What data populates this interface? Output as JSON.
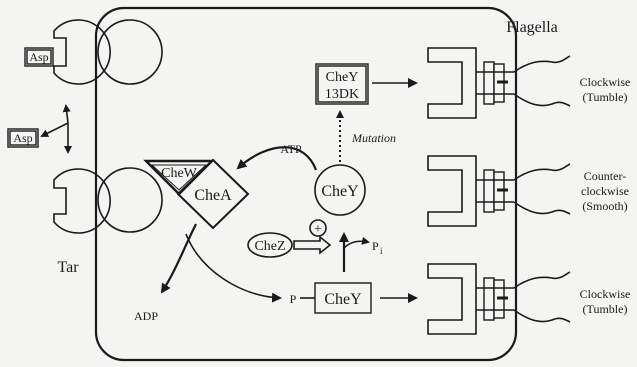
{
  "colors": {
    "ink": "#1a1a1a",
    "paper": "#f4f4f2"
  },
  "receptor": {
    "ligand_top": "Asp",
    "ligand_free": "Asp",
    "name": "Tar"
  },
  "proteins": {
    "chew": "CheW",
    "chea": "CheA",
    "chey": "CheY",
    "chey_p": "CheY",
    "chez": "CheZ",
    "mutant_line1": "CheY",
    "mutant_line2": "13DK"
  },
  "molecules": {
    "atp": "ATP",
    "adp": "ADP",
    "phosphate": "P",
    "pi": "P",
    "pi_sub": "i",
    "plus": "+"
  },
  "mutation_label": "Mutation",
  "flagella": {
    "title": "Flagella",
    "states": [
      {
        "line1": "Clockwise",
        "line2": "(Tumble)"
      },
      {
        "line1": "Counter-",
        "line2": "clockwise",
        "line3": "(Smooth)"
      },
      {
        "line1": "Clockwise",
        "line2": "(Tumble)"
      }
    ]
  }
}
